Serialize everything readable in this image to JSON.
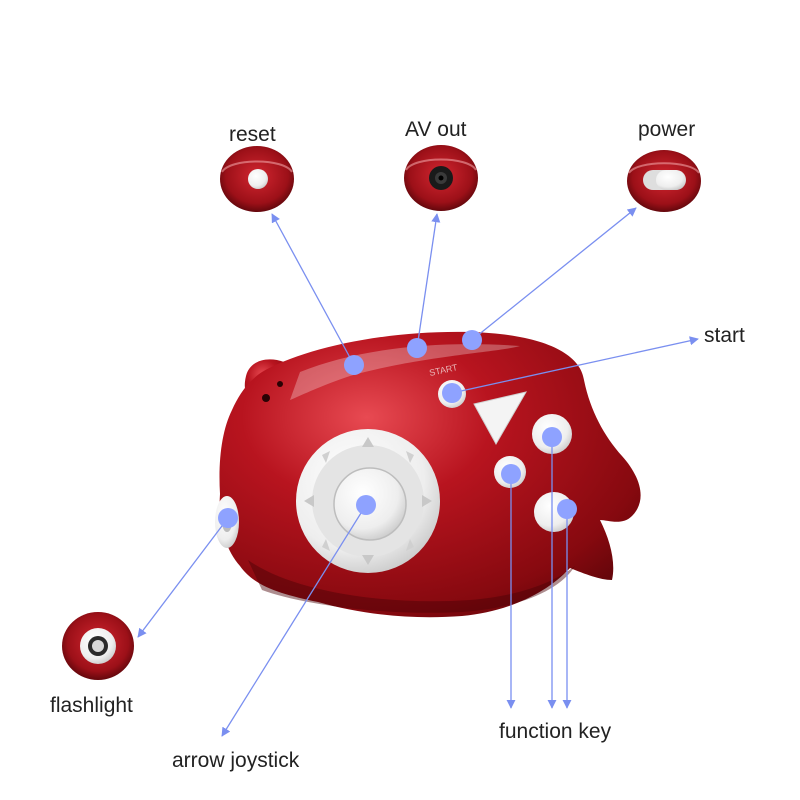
{
  "labels": {
    "reset": "reset",
    "av_out": "AV out",
    "power": "power",
    "start": "start",
    "flashlight": "flashlight",
    "arrow_joystick": "arrow joystick",
    "function_key": "function key"
  },
  "colors": {
    "device_body": "#a8121c",
    "device_highlight": "#e23a42",
    "device_shadow": "#5e070c",
    "button_white": "#f1f1f1",
    "marker": "#8ea2ff",
    "leader_line": "#7a8ff0",
    "text": "#222222"
  },
  "icons": [
    "reset-button-icon",
    "av-jack-icon",
    "power-switch-icon",
    "flashlight-lens-icon"
  ]
}
